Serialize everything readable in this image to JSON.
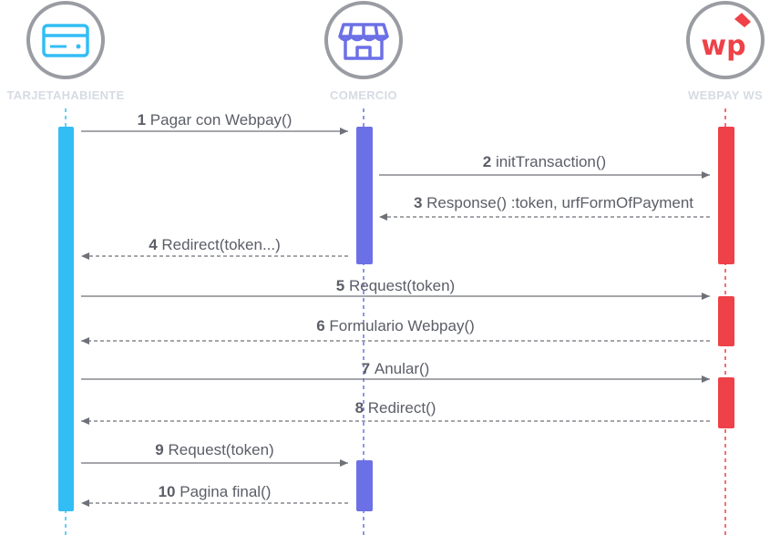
{
  "actors": [
    {
      "id": "cardholder",
      "label": "TARJETAHABIENTE",
      "icon": "credit-card-icon",
      "color": "#33bdf5",
      "label_color": "#d6dbe3"
    },
    {
      "id": "merchant",
      "label": "COMERCIO",
      "icon": "storefront-icon",
      "color": "#6c70e6",
      "label_color": "#d6dbe3"
    },
    {
      "id": "webpay",
      "label": "WEBPAY WS",
      "icon": "webpay-logo-icon",
      "logo_text": "wp",
      "color": "#ef4148",
      "label_color": "#d6dbe3"
    }
  ],
  "messages": [
    {
      "number": "1",
      "text": "Pagar con Webpay()",
      "from": "cardholder",
      "to": "merchant",
      "style": "solid"
    },
    {
      "number": "2",
      "text": "initTransaction()",
      "from": "merchant",
      "to": "webpay",
      "style": "solid"
    },
    {
      "number": "3",
      "text": "Response() :token, urfFormOfPayment",
      "from": "webpay",
      "to": "merchant",
      "style": "dashed"
    },
    {
      "number": "4",
      "text": "Redirect(token...)",
      "from": "merchant",
      "to": "cardholder",
      "style": "dashed"
    },
    {
      "number": "5",
      "text": "Request(token)",
      "from": "cardholder",
      "to": "webpay",
      "style": "solid"
    },
    {
      "number": "6",
      "text": "Formulario Webpay()",
      "from": "webpay",
      "to": "cardholder",
      "style": "dashed"
    },
    {
      "number": "7",
      "text": "Anular()",
      "from": "cardholder",
      "to": "webpay",
      "style": "solid"
    },
    {
      "number": "8",
      "text": "Redirect()",
      "from": "webpay",
      "to": "cardholder",
      "style": "dashed"
    },
    {
      "number": "9",
      "text": "Request(token)",
      "from": "cardholder",
      "to": "merchant",
      "style": "solid"
    },
    {
      "number": "10",
      "text": "Pagina final()",
      "from": "merchant",
      "to": "cardholder",
      "style": "dashed"
    }
  ],
  "colors": {
    "arrow": "#6e7178",
    "circle": "#9a9ca3",
    "text": "#5b5e67"
  }
}
